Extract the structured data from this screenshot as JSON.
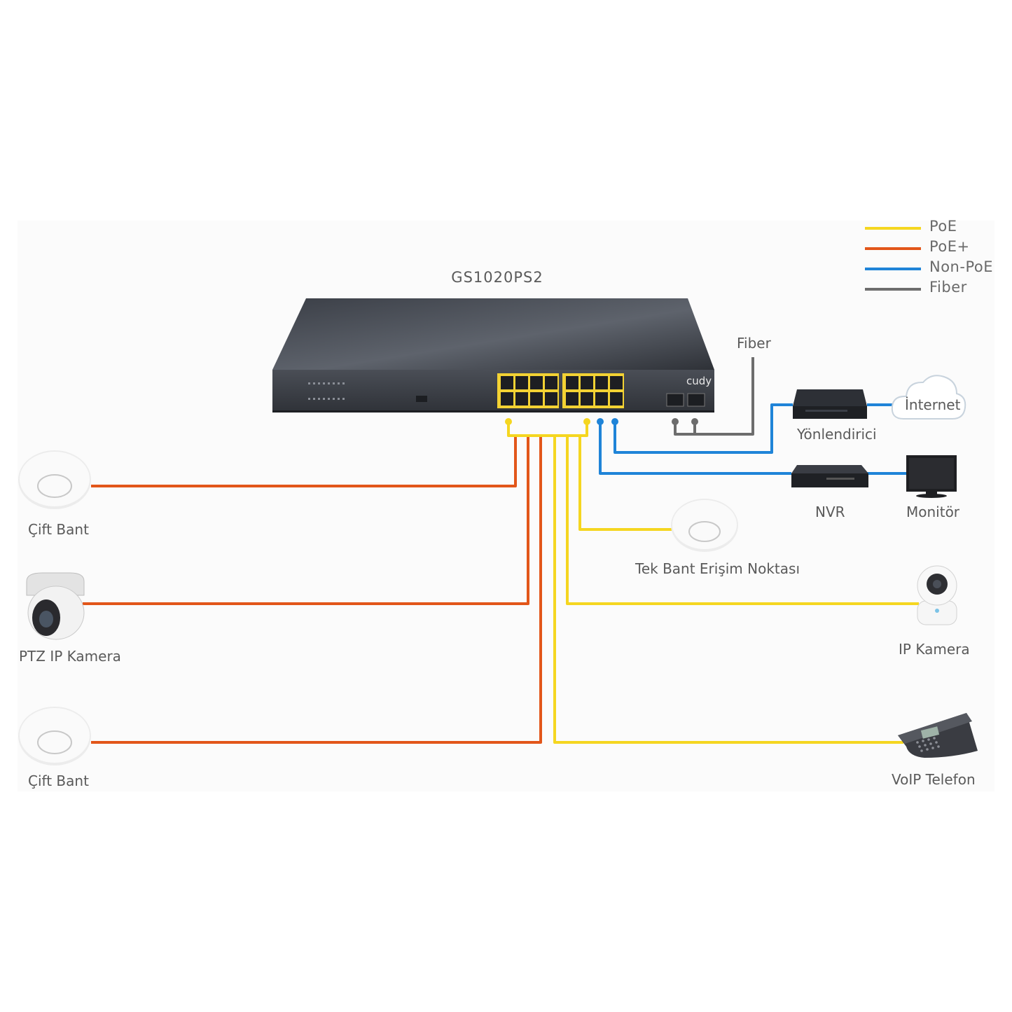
{
  "switch": {
    "model": "GS1020PS2",
    "brand": "cudy"
  },
  "legend": [
    {
      "label": "PoE",
      "color": "#f5d620"
    },
    {
      "label": "PoE+",
      "color": "#e2561a"
    },
    {
      "label": "Non-PoE",
      "color": "#1f84d8"
    },
    {
      "label": "Fiber",
      "color": "#6d6d6d"
    }
  ],
  "devices": {
    "left_top": "Çift Bant",
    "left_mid": "PTZ IP Kamera",
    "left_bottom": "Çift Bant",
    "access_point": "Tek Bant Erişim Noktası",
    "router": "Yönlendirici",
    "internet": "İnternet",
    "nvr": "NVR",
    "monitor": "Monitör",
    "ip_camera": "IP Kamera",
    "voip_phone": "VoIP Telefon"
  },
  "fiber_label": "Fiber",
  "colors": {
    "poe": "#f5d620",
    "poe_plus": "#e2561a",
    "non_poe": "#1f84d8",
    "fiber": "#6d6d6d"
  }
}
